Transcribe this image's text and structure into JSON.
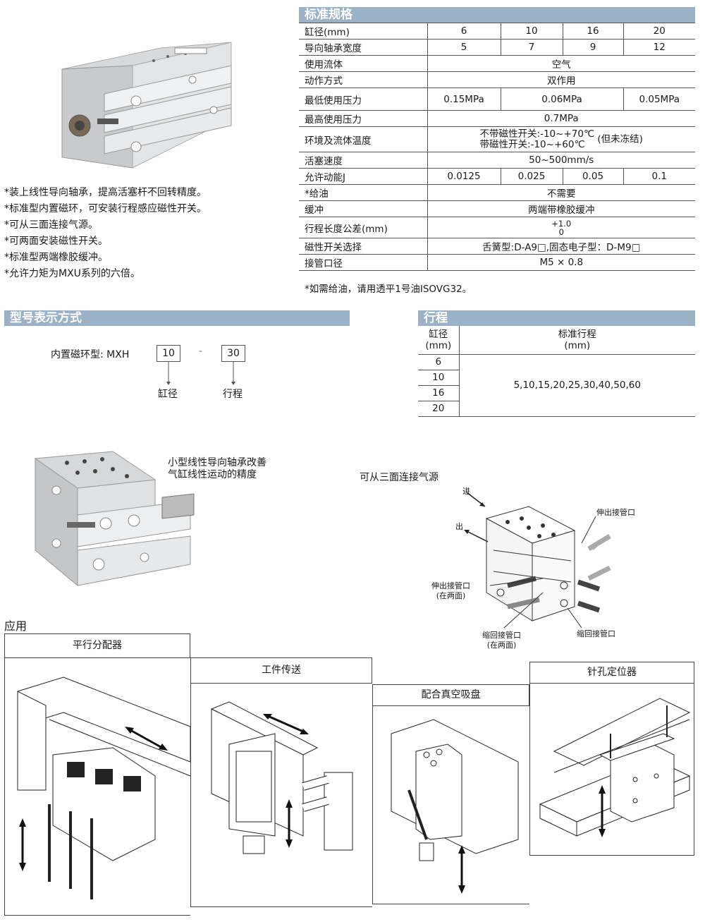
{
  "spec": {
    "title": "标准规格",
    "rows": [
      {
        "label": "缸径(mm)",
        "cells": [
          "6",
          "10",
          "16",
          "20"
        ]
      },
      {
        "label": "导向轴承宽度",
        "cells": [
          "5",
          "7",
          "9",
          "12"
        ]
      },
      {
        "label": "使用流体",
        "cells": [
          "空气"
        ]
      },
      {
        "label": "动作方式",
        "cells": [
          "双作用"
        ]
      },
      {
        "label": "最低使用压力",
        "cells": [
          "0.15MPa",
          "0.06MPa",
          "0.05MPa"
        ]
      },
      {
        "label": "最高使用压力",
        "cells": [
          "0.7MPa"
        ]
      },
      {
        "label": "环境及流体温度",
        "cells": [
          "不带磁性开关:-10~+70℃",
          "带磁性开关:-10~+60℃",
          "(但未冻结)"
        ]
      },
      {
        "label": "活塞速度",
        "cells": [
          "50~500mm/s"
        ]
      },
      {
        "label": "允许动能J",
        "cells": [
          "0.0125",
          "0.025",
          "0.05",
          "0.1"
        ]
      },
      {
        "label": "*给油",
        "cells": [
          "不需要"
        ]
      },
      {
        "label": "缓冲",
        "cells": [
          "两端带橡胶缓冲"
        ]
      },
      {
        "label": "行程长度公差(mm)",
        "cells": [
          "+1.0",
          "0"
        ]
      },
      {
        "label": "磁性开关选择",
        "cells": [
          "舌簧型:D-A9□,固态电子型：D-M9□"
        ]
      },
      {
        "label": "接管口径",
        "cells": [
          "M5 × 0.8"
        ]
      }
    ],
    "footnote": "*如需给油，请用透平1号油ISOVG32。"
  },
  "features": [
    "*装上线性导向轴承，提高活塞杆不回转精度。",
    "*标准型内置磁环，可安装行程感应磁性开关。",
    "*可从三面连接气源。",
    "*可两面安装磁性开关。",
    "*标准型两端橡胶缓冲。",
    "*允许力矩为MXU系列的六倍。"
  ],
  "model": {
    "title": "型号表示方式",
    "prefix": "内置磁环型: MXH",
    "bore_box": "10",
    "dash": "-",
    "stroke_box": "30",
    "bore_label": "缸径",
    "stroke_label": "行程"
  },
  "stroke": {
    "title": "行程",
    "col1_header_1": "缸径",
    "col1_header_2": "(mm)",
    "col2_header_1": "标准行程",
    "col2_header_2": "(mm)",
    "bores": [
      "6",
      "10",
      "16",
      "20"
    ],
    "strokes": "5,10,15,20,25,30,40,50,60"
  },
  "caption2": [
    "小型线性导向轴承改善",
    "气缸线性运动的精度"
  ],
  "ports": {
    "title": "可从三面连接气源",
    "in": "进",
    "out": "出",
    "ext_port_right": "伸出接管口",
    "ext_port_left": "伸出接管口",
    "ext_port_left_sub": "(在两面)",
    "ret_port_left": "缩回接管口",
    "ret_port_left_sub": "(在两面)",
    "ret_port_right": "缩回接管口"
  },
  "application": {
    "title": "应用",
    "panels": [
      "平行分配器",
      "工件传送",
      "配合真空吸盘",
      "针孔定位器"
    ]
  }
}
